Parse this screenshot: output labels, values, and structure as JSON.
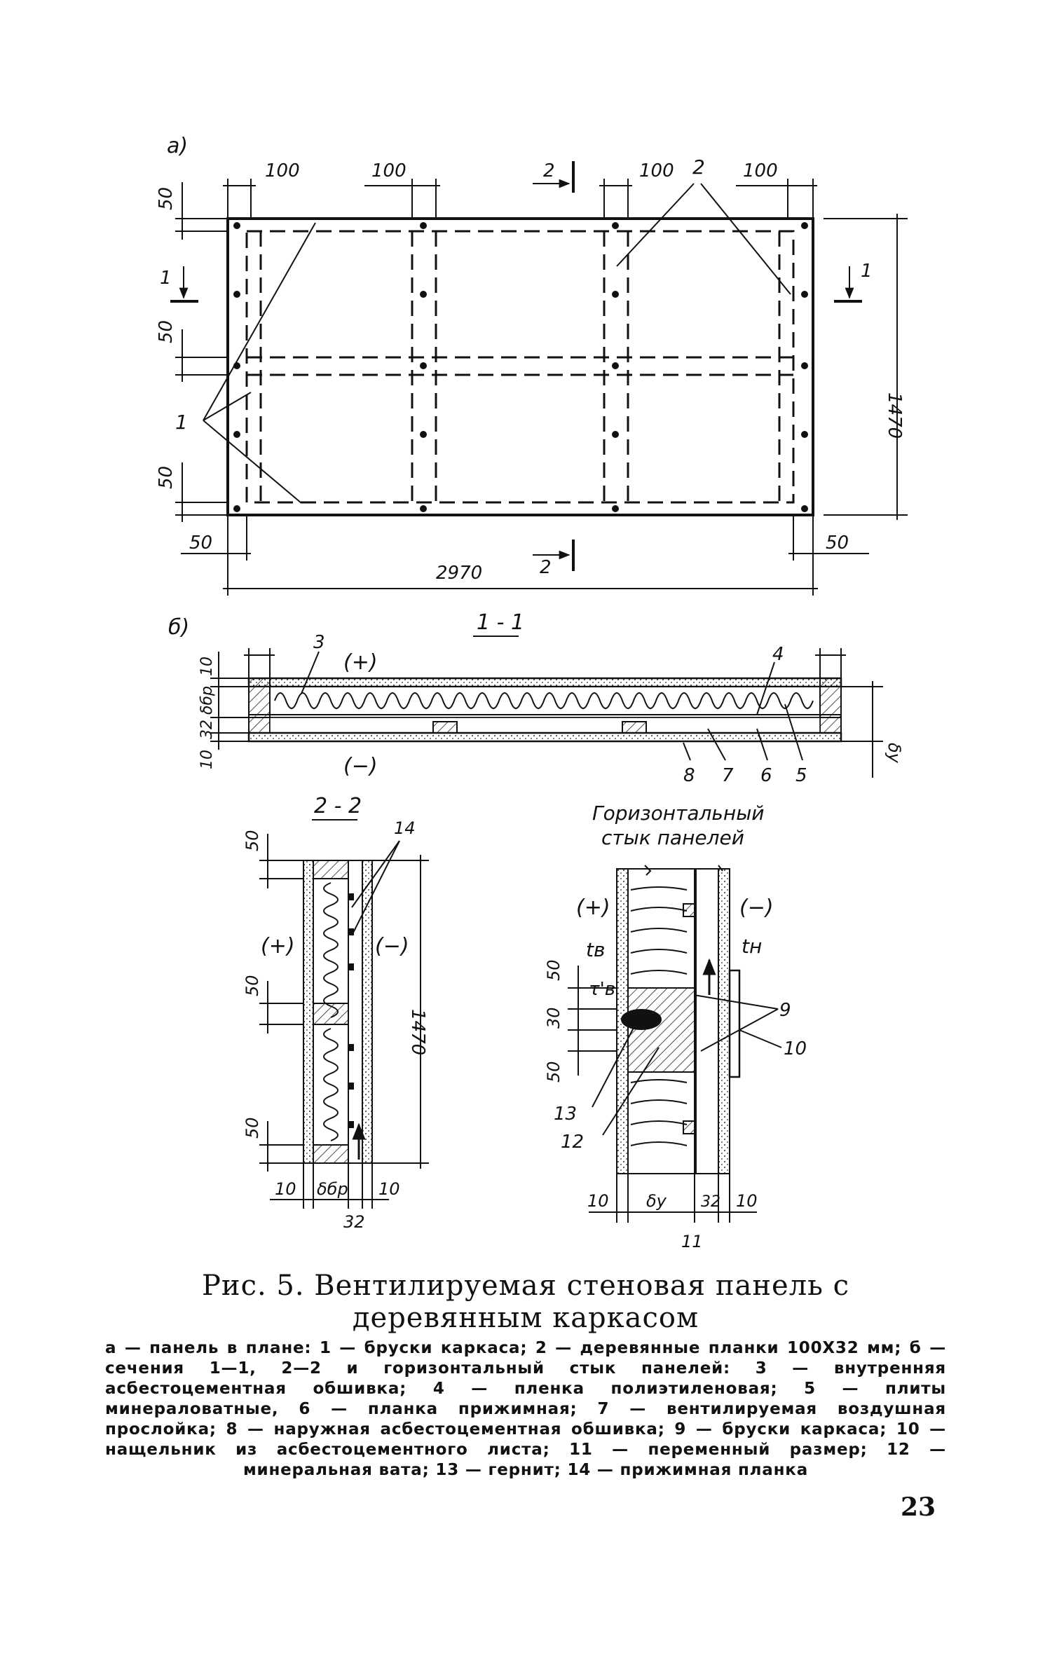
{
  "figure": {
    "label_a": "а)",
    "label_b": "б)",
    "plan": {
      "dim_top": [
        "100",
        "100",
        "100",
        "100"
      ],
      "dim_left": [
        "50",
        "50",
        "50"
      ],
      "dim_bottom_left": "50",
      "dim_bottom_right": "50",
      "dim_length": "2970",
      "dim_height": "1470",
      "section_1": "1",
      "section_2": "2",
      "callout_1": "1",
      "callout_2": "2"
    },
    "section_11": {
      "title": "1 - 1",
      "plus": "(+)",
      "minus": "(−)",
      "dim_left": [
        "10",
        "δбр",
        "32",
        "10"
      ],
      "dim_right": "δу",
      "callouts": [
        "3",
        "4",
        "8",
        "7",
        "6",
        "5"
      ]
    },
    "section_22": {
      "title": "2 - 2",
      "plus": "(+)",
      "minus": "(−)",
      "dim_left": [
        "50",
        "50",
        "50"
      ],
      "dim_height": "1470",
      "dim_bottom": [
        "10",
        "δбр",
        "10"
      ],
      "dim_32": "32",
      "callout_14": "14"
    },
    "joint": {
      "title_line1": "Горизонтальный",
      "title_line2": "стык панелей",
      "plus": "(+)",
      "minus": "(−)",
      "t_v": "tв",
      "t_n": "tн",
      "tau_v": "τ'в",
      "dim_left": [
        "50",
        "30",
        "50"
      ],
      "dim_bottom": [
        "10",
        "δу",
        "32",
        "10"
      ],
      "dim_11": "11",
      "callouts": [
        "9",
        "10",
        "13",
        "12"
      ]
    }
  },
  "caption": {
    "title": "Рис. 5. Вентилируемая стеновая панель с деревянным каркасом",
    "body": "а — панель в плане: 1 — бруски каркаса; 2 — деревянные планки 100Х32 мм; б — сечения 1—1, 2—2 и горизонтальный стык панелей: 3 — внутренняя асбестоцементная обшивка; 4 — пленка полиэтиленовая; 5 — плиты минераловатные, 6 — планка прижимная; 7 — вентилируемая воздушная прослойка; 8 — наружная асбестоцементная обшивка; 9 — бруски каркаса; 10 — нащельник из асбестоцементного листа; 11 — переменный размер; 12 — минеральная вата; 13 — гернит; 14 — прижимная планка"
  },
  "page_number": "23"
}
